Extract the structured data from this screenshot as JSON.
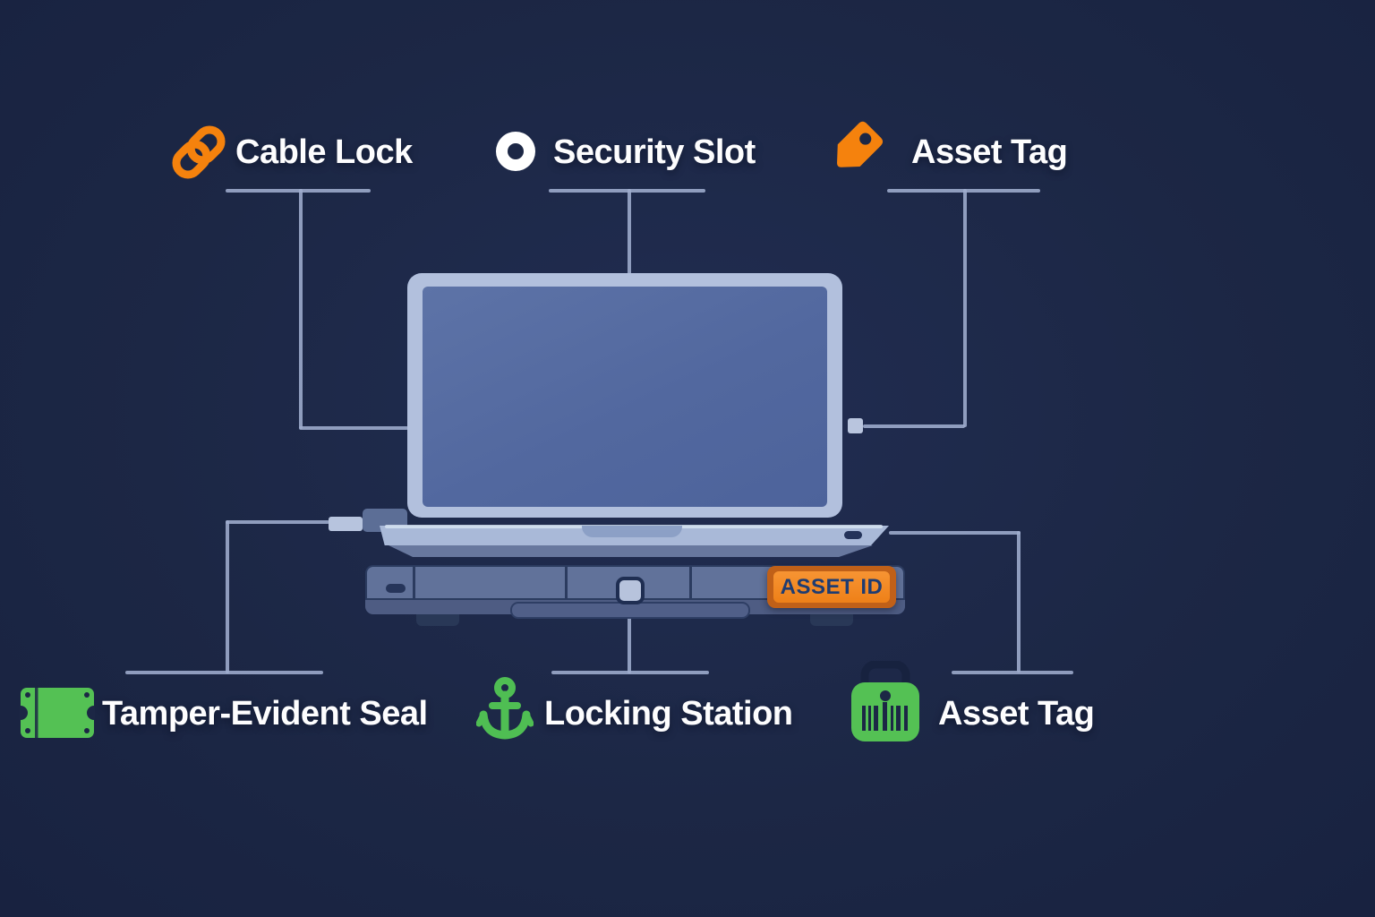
{
  "canvas": {
    "background": "#1c2745"
  },
  "callouts": {
    "cable_lock": {
      "label": "Cable Lock",
      "icon": "chain-link-icon",
      "icon_color": "#f5820d"
    },
    "security_slot": {
      "label": "Security Slot",
      "icon": "security-slot-icon",
      "icon_color": "#ffffff"
    },
    "asset_tag_top": {
      "label": "Asset Tag",
      "icon": "price-tag-icon",
      "icon_color": "#f5820d"
    },
    "tamper_seal": {
      "label": "Tamper-Evident Seal",
      "icon": "tamper-seal-icon",
      "icon_color": "#54c154"
    },
    "locking_station": {
      "label": "Locking Station",
      "icon": "anchor-icon",
      "icon_color": "#4fbe53"
    },
    "asset_tag_bottom": {
      "label": "Asset Tag",
      "icon": "barcode-tag-icon",
      "icon_color": "#54c154"
    }
  },
  "laptop": {
    "badge": {
      "text": "ASSET ID",
      "fill": "#f08122",
      "frame": "#c06018",
      "text_color": "#1e3c72"
    }
  },
  "palette": {
    "background": "#1c2745",
    "connector_line": "#9fadce",
    "laptop_lid": "#b2c0dd",
    "laptop_screen": "#54699f",
    "laptop_base": "#a9b9d8",
    "dock_body": "#61729a",
    "dock_outline": "#2b3b5f",
    "accent_orange": "#f5820d",
    "accent_green": "#4ec153",
    "label_text": "#ffffff"
  }
}
